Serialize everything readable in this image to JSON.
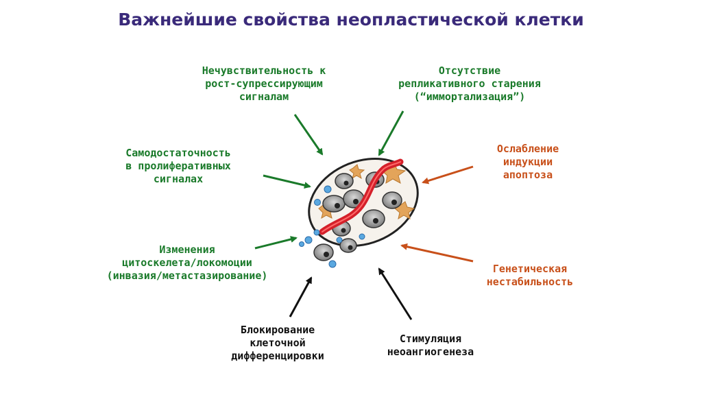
{
  "title": "Важнейшие свойства неопластической клетки",
  "colors": {
    "title": "#3a2a7a",
    "green": "#1a7a2a",
    "red": "#c8501a",
    "black": "#111111"
  },
  "labels": {
    "insensitivity": [
      "Нечувствительность к",
      "рост-супрессирующим",
      "сигналам"
    ],
    "immortalization": [
      "Отсутствие",
      "репликативного старения",
      "(“иммортализация”)"
    ],
    "self_sufficiency": [
      "Самодостаточность",
      "в пролиферативных",
      "сигналах"
    ],
    "apoptosis": [
      "Ослабление",
      "индукции",
      "апоптоза"
    ],
    "cytoskeleton": [
      "Изменения",
      "цитоскелета/локомоции",
      "(инвазия/метастазирование)"
    ],
    "genetic": [
      "Генетическая",
      "нестабильность"
    ],
    "differentiation": [
      "Блокирование",
      "клеточной",
      "дифференцировки"
    ],
    "angiogenesis": [
      "Стимуляция",
      "неоангиогенеза"
    ]
  }
}
